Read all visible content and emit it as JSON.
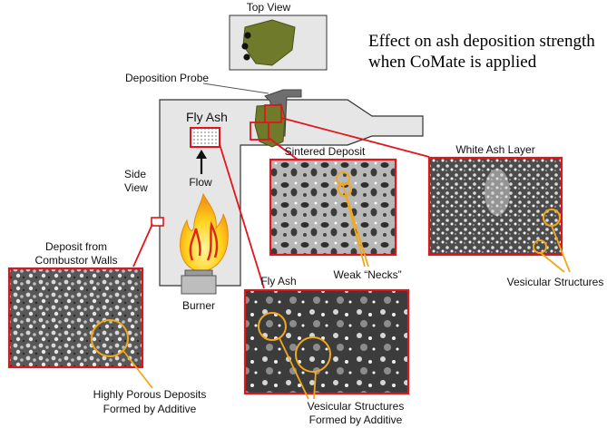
{
  "title": {
    "line1": "Effect on ash deposition strength",
    "line2": "when CoMate is applied"
  },
  "labels": {
    "top_view": "Top View",
    "deposition_probe": "Deposition Probe",
    "fly_ash_chamber": "Fly Ash",
    "flow": "Flow",
    "side_view_1": "Side",
    "side_view_2": "View",
    "burner": "Burner",
    "sintered_deposit": "Sintered Deposit",
    "white_ash_layer": "White Ash Layer",
    "weak_necks": "Weak “Necks”",
    "vesicular_structures": "Vesicular Structures",
    "deposit_walls_1": "Deposit from",
    "deposit_walls_2": "Combustor Walls",
    "fly_ash_panel": "Fly Ash",
    "porous_1": "Highly Porous Deposits",
    "porous_2": "Formed by Additive",
    "vesicular_additive_1": "Vesicular Structures",
    "vesicular_additive_2": "Formed by Additive"
  },
  "colors": {
    "callout_red": "#e2141c",
    "highlight_circle": "#f0a81e",
    "combustor_fill": "#e6e6e6",
    "combustor_stroke": "#333333",
    "flame_yellow": "#ffd21e",
    "flame_red": "#e0241a",
    "probe_gray": "#6e6e6e",
    "deposit_green": "#6f7a2a"
  }
}
